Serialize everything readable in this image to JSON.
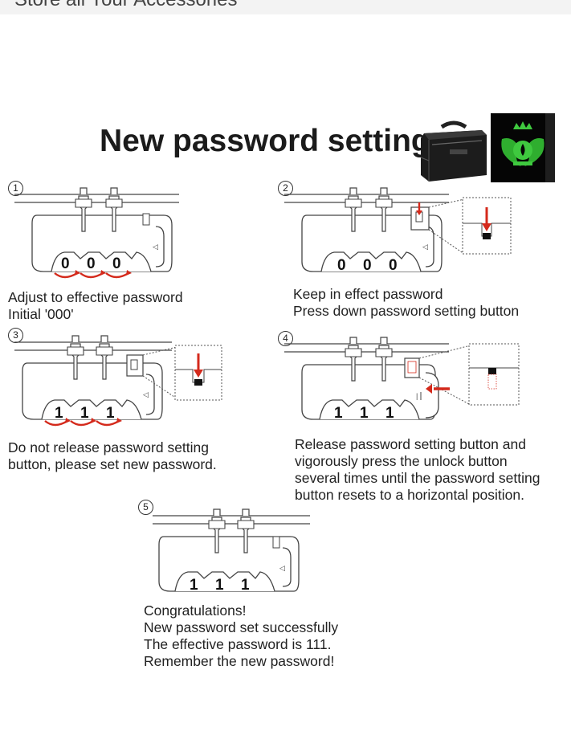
{
  "banner": {
    "text": "Store all Your Accessories"
  },
  "title": "New password settings",
  "steps": [
    {
      "num": "1",
      "digits": [
        "0",
        "0",
        "0"
      ],
      "lines": [
        "Adjust to effective password",
        "Initial '000'"
      ]
    },
    {
      "num": "2",
      "digits": [
        "0",
        "0",
        "0"
      ],
      "lines": [
        "Keep in effect password",
        "Press down password setting button"
      ]
    },
    {
      "num": "3",
      "digits": [
        "1",
        "1",
        "1"
      ],
      "lines": [
        "Do not release password setting",
        "button, please set new password."
      ]
    },
    {
      "num": "4",
      "digits": [
        "1",
        "1",
        "1"
      ],
      "lines": [
        "Release password setting button and",
        "vigorously press the unlock button",
        "several times until the password setting",
        "button resets to a horizontal position."
      ]
    },
    {
      "num": "5",
      "digits": [
        "1",
        "1",
        "1"
      ],
      "lines": [
        "Congratulations!",
        "New password set successfully",
        "The effective password is 111.",
        "Remember the new password!"
      ]
    }
  ],
  "colors": {
    "accent_red": "#d42a1c",
    "line": "#444444",
    "logo_green": "#3fc93f"
  },
  "icons": [
    "case-image",
    "logo-bag-image",
    "arrow-down-icon",
    "arrow-left-icon",
    "rotate-arrow-icon"
  ]
}
